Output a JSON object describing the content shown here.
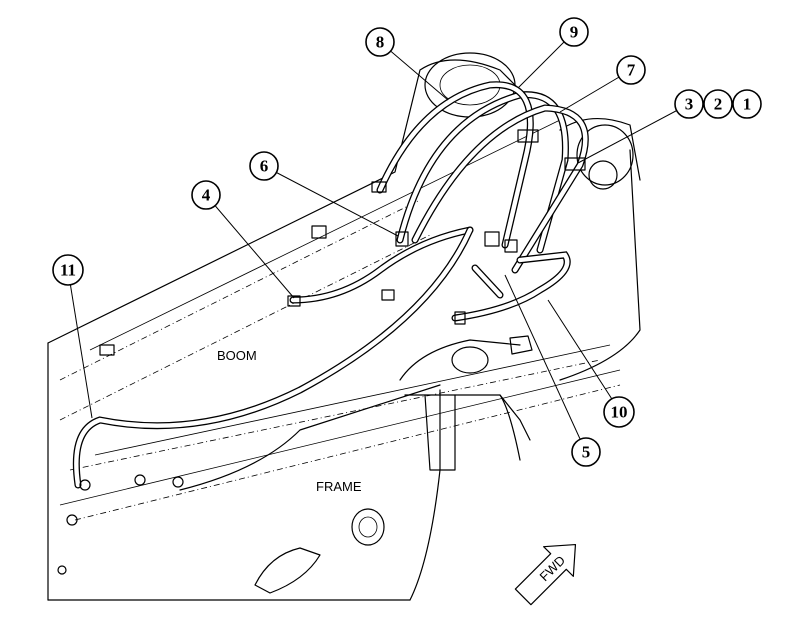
{
  "labels": {
    "boom": "BOOM",
    "frame": "FRAME",
    "fwd": "FWD"
  },
  "callouts": [
    {
      "id": "c1",
      "text": "1"
    },
    {
      "id": "c2",
      "text": "2"
    },
    {
      "id": "c3",
      "text": "3"
    },
    {
      "id": "c4",
      "text": "4"
    },
    {
      "id": "c5",
      "text": "5"
    },
    {
      "id": "c6",
      "text": "6"
    },
    {
      "id": "c7",
      "text": "7"
    },
    {
      "id": "c8",
      "text": "8"
    },
    {
      "id": "c9",
      "text": "9"
    },
    {
      "id": "c10",
      "text": "10"
    },
    {
      "id": "c11",
      "text": "11"
    }
  ]
}
